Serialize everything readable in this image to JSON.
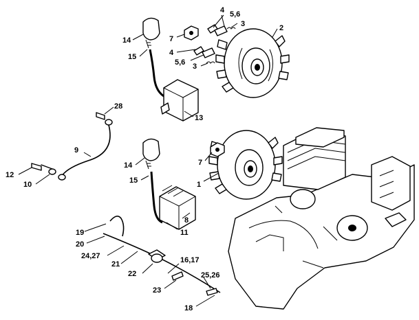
{
  "labels": {
    "p1": "1",
    "p2": "2",
    "p3a": "3",
    "p3b": "3",
    "p4a": "4",
    "p4b": "4",
    "p56a": "5,6",
    "p56b": "5,6",
    "p7a": "7",
    "p7b": "7",
    "p8": "8",
    "p9": "9",
    "p10": "10",
    "p11": "11",
    "p12": "12",
    "p13": "13",
    "p14a": "14",
    "p14b": "14",
    "p15a": "15",
    "p15b": "15",
    "p1617": "16,17",
    "p18": "18",
    "p19": "19",
    "p20": "20",
    "p21": "21",
    "p22": "22",
    "p23": "23",
    "p2427": "24,27",
    "p2526": "25,26",
    "p28": "28"
  },
  "colors": {
    "line": "#000000",
    "background": "#ffffff"
  }
}
